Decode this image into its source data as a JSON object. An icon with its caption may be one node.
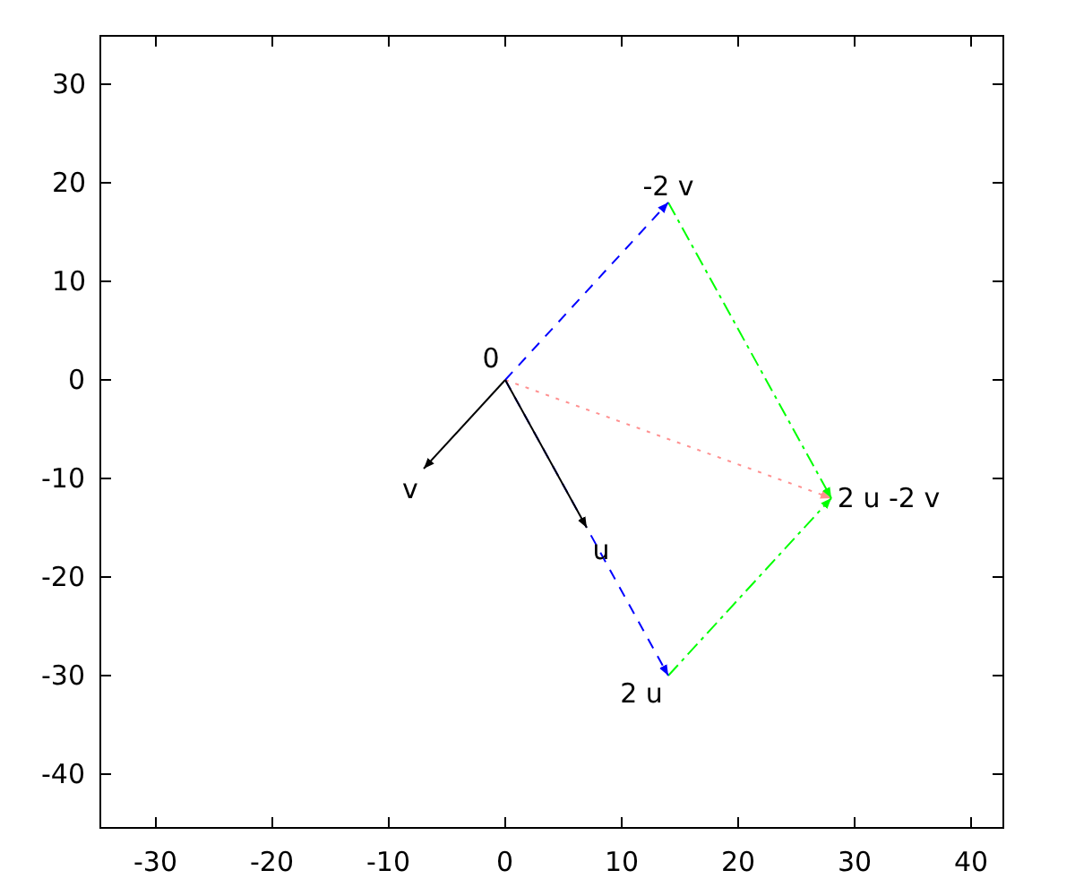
{
  "diagram": {
    "nodes": [
      {
        "text": [
          "-2 v"
        ]
      },
      {
        "text": [
          "0"
        ]
      },
      {
        "text": [
          "v"
        ]
      },
      {
        "text": [
          "2 u -2 v"
        ]
      },
      {
        "text": [
          "u"
        ]
      },
      {
        "text": [
          "2 u"
        ]
      }
    ],
    "edges": [
      {
        "from": 1,
        "to": 2,
        "arrow": "to"
      },
      {
        "from": 1,
        "to": 4,
        "arrow": "to"
      },
      {
        "from": 1,
        "to": 5,
        "arrow": "to",
        "style": "dashed",
        "color": "#0000ff"
      },
      {
        "from": 1,
        "to": 0,
        "arrow": "to",
        "style": "dashed",
        "color": "#0000ff"
      },
      {
        "from": 0,
        "to": 3,
        "arrow": "to",
        "style": "dashed",
        "color": "#00ff00"
      },
      {
        "from": 5,
        "to": 3,
        "arrow": "to",
        "style": "dashed",
        "color": "#00ff00"
      },
      {
        "from": 1,
        "to": 3,
        "arrow": "to",
        "style": "dashed",
        "color": "#ff9090"
      }
    ],
    "labels": [
      "30",
      "20",
      "10",
      "0",
      "-10",
      "-20",
      "-30",
      "-40",
      "-30",
      "-20",
      "-10",
      "0",
      "10",
      "20",
      "30",
      "40"
    ]
  }
}
